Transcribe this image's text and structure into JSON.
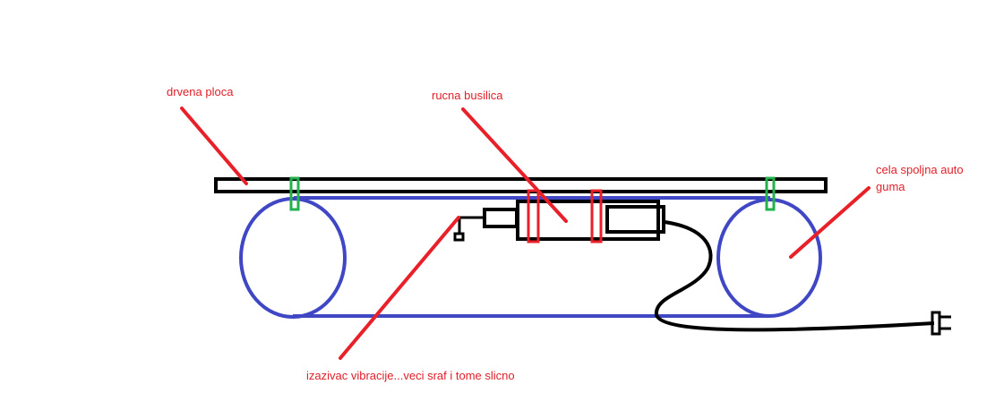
{
  "labels": {
    "board": "drvena ploca",
    "drill": "rucna busilica",
    "tire_line1": "cela spoljna auto",
    "tire_line2": "guma",
    "vibrator": "izazivac vibracije...veci sraf i tome slicno"
  },
  "colors": {
    "outline": "#000000",
    "tire": "#4047c4",
    "clamp_board": "#22b14c",
    "clamp_drill": "#e8202a",
    "annotation": "#e8202a"
  }
}
